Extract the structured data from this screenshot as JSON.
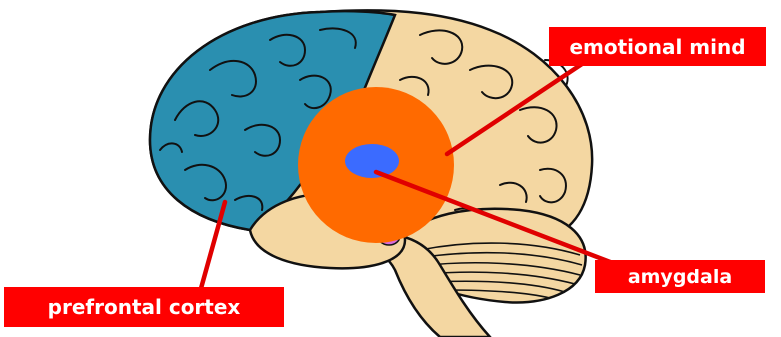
{
  "labels": {
    "emotional_mind": "emotional mind",
    "amygdala": "amygdala",
    "prefrontal_cortex": "prefrontal cortex"
  },
  "colors": {
    "prefrontal": "#2a8fb0",
    "brain": "#f4d7a2",
    "emotional_zone": "#ff6a00",
    "amygdala": "#3b6bff",
    "pituitary": "#d86ad8",
    "label_bg": "#ff0000",
    "pointer": "#e00000"
  }
}
